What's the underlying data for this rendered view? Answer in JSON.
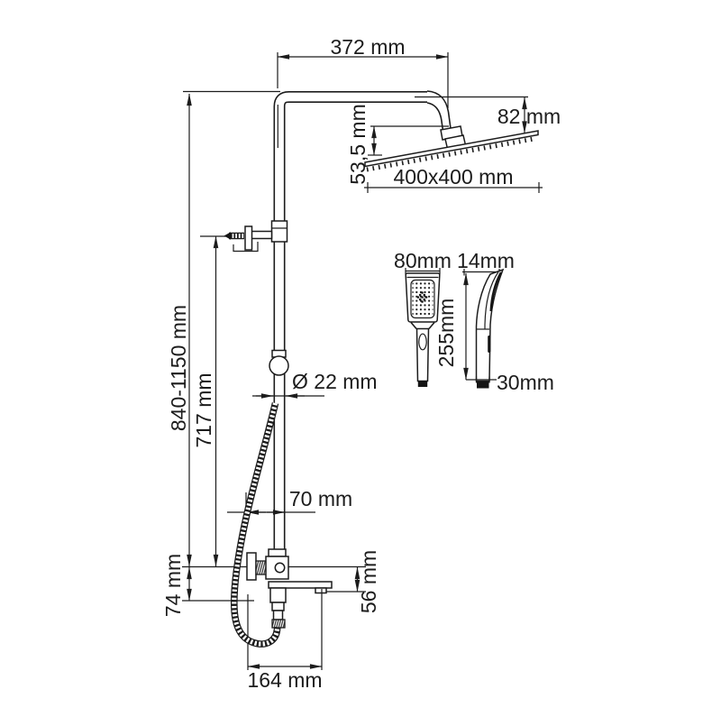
{
  "dims": {
    "arm": "372 mm",
    "head_height": "82 mm",
    "head_tilt": "53,5 mm",
    "head_size": "400x400 mm",
    "total": "840-1150 mm",
    "column": "717 mm",
    "diameter": "Ø 22 mm",
    "offset": "70 mm",
    "bracket": "74 mm",
    "spout_height": "56 mm",
    "reach": "164 mm",
    "handshower_width": "80mm",
    "handshower_depth": "14mm",
    "handshower_length": "255mm",
    "handshower_handle": "30mm"
  }
}
